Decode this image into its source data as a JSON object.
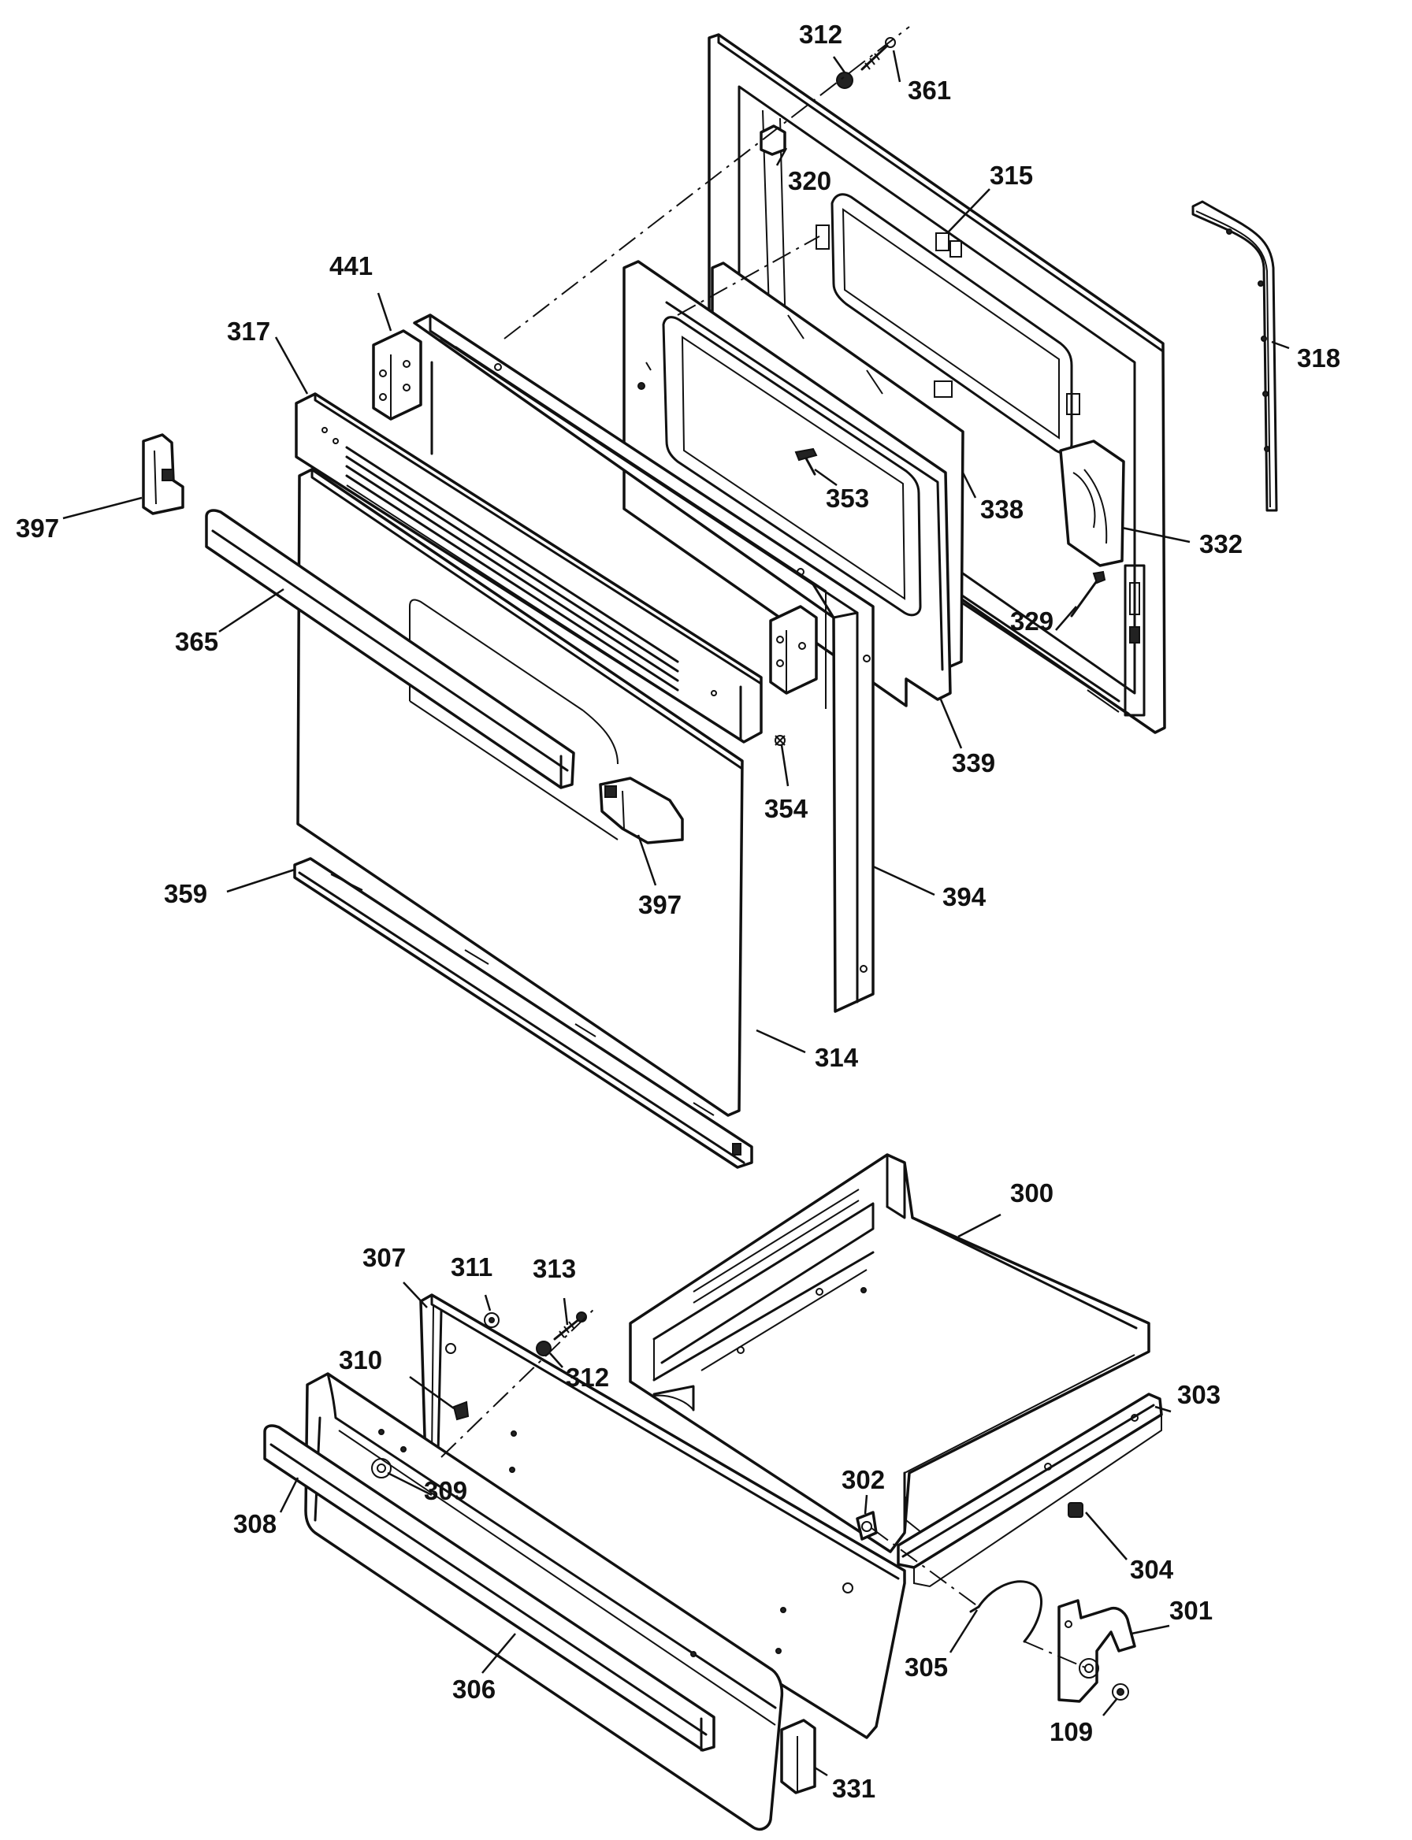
{
  "diagram": {
    "parts": [
      {
        "id": "p312a",
        "label": "312"
      },
      {
        "id": "p361",
        "label": "361"
      },
      {
        "id": "p320",
        "label": "320"
      },
      {
        "id": "p315",
        "label": "315"
      },
      {
        "id": "p441",
        "label": "441"
      },
      {
        "id": "p318",
        "label": "318"
      },
      {
        "id": "p317",
        "label": "317"
      },
      {
        "id": "p397a",
        "label": "397"
      },
      {
        "id": "p353",
        "label": "353"
      },
      {
        "id": "p338",
        "label": "338"
      },
      {
        "id": "p332",
        "label": "332"
      },
      {
        "id": "p365",
        "label": "365"
      },
      {
        "id": "p329",
        "label": "329"
      },
      {
        "id": "p339",
        "label": "339"
      },
      {
        "id": "p354",
        "label": "354"
      },
      {
        "id": "p397b",
        "label": "397"
      },
      {
        "id": "p359",
        "label": "359"
      },
      {
        "id": "p394",
        "label": "394"
      },
      {
        "id": "p314",
        "label": "314"
      },
      {
        "id": "p300",
        "label": "300"
      },
      {
        "id": "p307",
        "label": "307"
      },
      {
        "id": "p311",
        "label": "311"
      },
      {
        "id": "p313",
        "label": "313"
      },
      {
        "id": "p310",
        "label": "310"
      },
      {
        "id": "p312b",
        "label": "312"
      },
      {
        "id": "p303",
        "label": "303"
      },
      {
        "id": "p309",
        "label": "309"
      },
      {
        "id": "p302",
        "label": "302"
      },
      {
        "id": "p308",
        "label": "308"
      },
      {
        "id": "p304",
        "label": "304"
      },
      {
        "id": "p301",
        "label": "301"
      },
      {
        "id": "p305",
        "label": "305"
      },
      {
        "id": "p306",
        "label": "306"
      },
      {
        "id": "p109",
        "label": "109"
      },
      {
        "id": "p331",
        "label": "331"
      }
    ]
  }
}
